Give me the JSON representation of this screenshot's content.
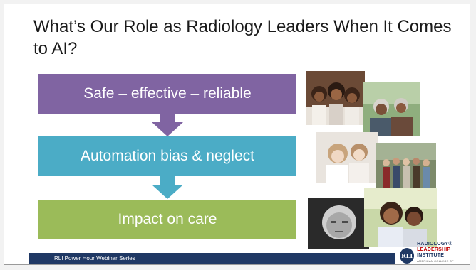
{
  "slide": {
    "title": "What’s Our Role as Radiology Leaders When It Comes to AI?",
    "boxes": [
      {
        "label": "Safe – effective – reliable",
        "color": "#8064a2"
      },
      {
        "label": "Automation bias & neglect",
        "color": "#4bacc6"
      },
      {
        "label": "Impact on care",
        "color": "#9bbb59"
      }
    ],
    "footer": "RLI Power Hour Webinar Series",
    "logo": {
      "mark": "RLI",
      "line1": "RADIOLOGY®",
      "line2": "LEADERSHIP",
      "line3": "INSTITUTE",
      "line4": "AMERICAN COLLEGE OF RADIOLOGY"
    }
  }
}
